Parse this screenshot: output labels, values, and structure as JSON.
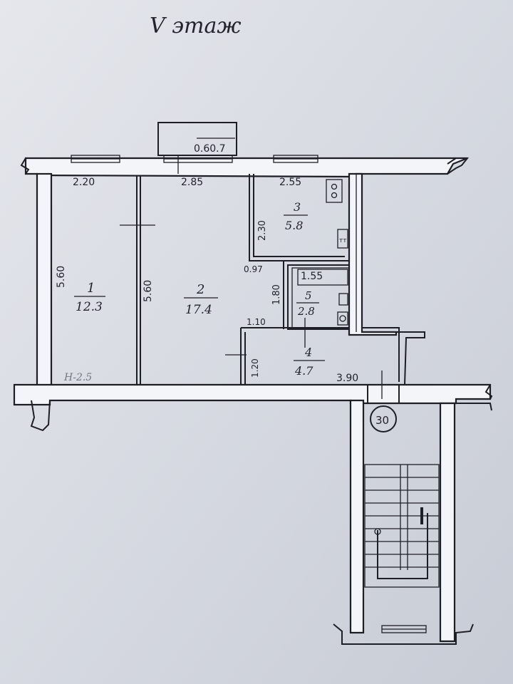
{
  "header": {
    "floor_label": "V этаж"
  },
  "balcony": {
    "label": "0.60.7"
  },
  "rooms": [
    {
      "id": "1",
      "number": "1",
      "area": "12.3"
    },
    {
      "id": "2",
      "number": "2",
      "area": "17.4"
    },
    {
      "id": "3",
      "number": "3",
      "area": "5.8"
    },
    {
      "id": "4",
      "number": "4",
      "area": "4.7"
    },
    {
      "id": "5",
      "number": "5",
      "area": "2.8"
    }
  ],
  "dimensions": {
    "room1_width": "2.20",
    "room2_width": "2.85",
    "room3_width": "2.55",
    "room1_length": "5.60",
    "room2_length": "5.60",
    "room3_depth": "2.30",
    "hall_gap": "0.97",
    "bath_width": "1.55",
    "bath_depth": "1.80",
    "corridor_width": "1.10",
    "corridor_depth": "1.20",
    "corridor_length": "3.90"
  },
  "annotations": {
    "height_mark": "Н-2.5",
    "apartment_number": "30"
  }
}
